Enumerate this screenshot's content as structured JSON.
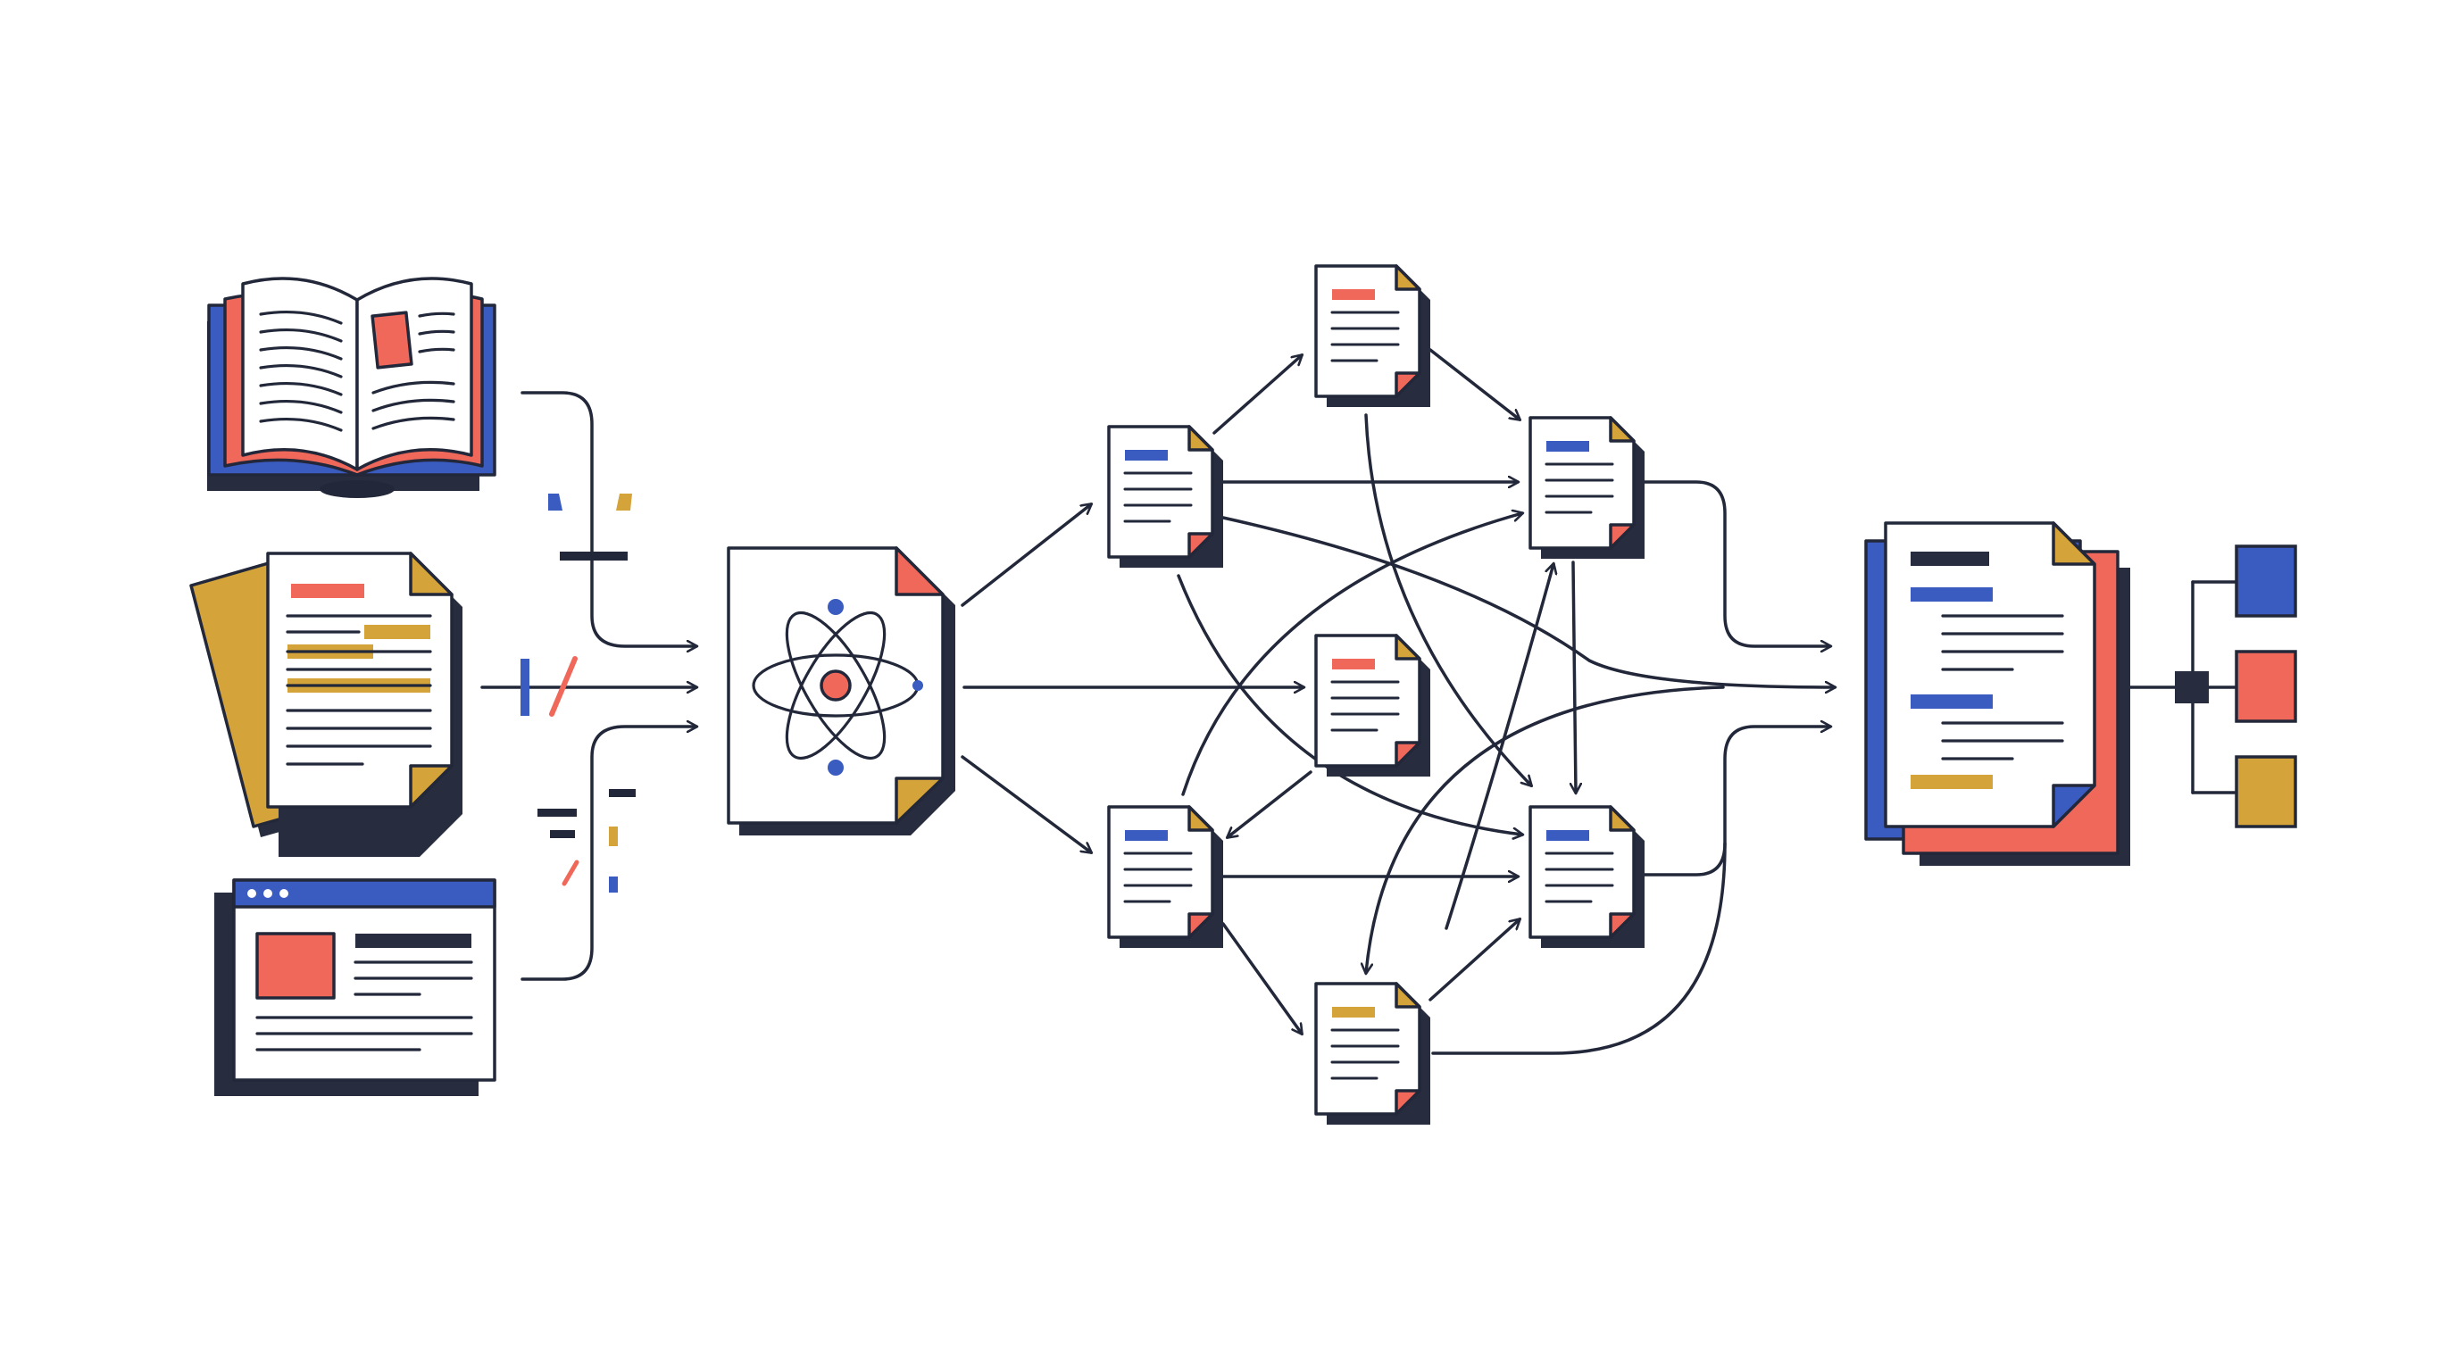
{
  "palette": {
    "ink": "#22283a",
    "paper": "#ffffff",
    "coral": "#f0685a",
    "blue": "#3a5bc0",
    "mustard": "#d4a339",
    "shadow": "#272d3f"
  },
  "diagram": {
    "description_free": true,
    "sources": [
      {
        "id": "book",
        "icon": "open-book-icon"
      },
      {
        "id": "paper",
        "icon": "highlighted-document-icon"
      },
      {
        "id": "web",
        "icon": "browser-window-icon"
      }
    ],
    "hub": {
      "icon": "atom-document-icon"
    },
    "graph_nodes": [
      {
        "id": "n1",
        "accent": "blue"
      },
      {
        "id": "n2",
        "accent": "coral"
      },
      {
        "id": "n3",
        "accent": "blue"
      },
      {
        "id": "n4",
        "accent": "coral"
      },
      {
        "id": "n5",
        "accent": "blue"
      },
      {
        "id": "n6",
        "accent": "blue"
      },
      {
        "id": "n7",
        "accent": "mustard"
      }
    ],
    "output": {
      "icon": "report-stack-icon"
    },
    "tree_blocks": [
      "blue",
      "coral",
      "mustard"
    ]
  }
}
